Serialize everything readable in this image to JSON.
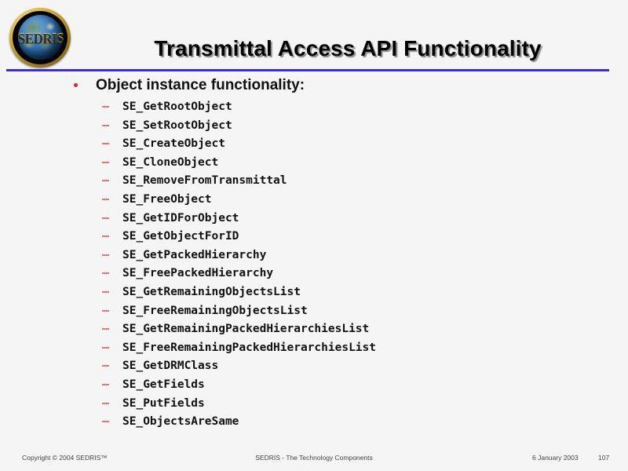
{
  "slide": {
    "background": "#f5f5f5",
    "rule_color": "#3a2fd0",
    "bullet_color": "#ee2222",
    "dash_color": "#f4736b"
  },
  "logo": {
    "wordmark": "SEDRIS",
    "alt": "SEDRIS globe logo"
  },
  "header": {
    "title": "Transmittal Access API Functionality"
  },
  "content": {
    "heading": "Object instance functionality:",
    "functions": [
      "SE_GetRootObject",
      "SE_SetRootObject",
      "SE_CreateObject",
      "SE_CloneObject",
      "SE_RemoveFromTransmittal",
      "SE_FreeObject",
      "SE_GetIDForObject",
      "SE_GetObjectForID",
      "SE_GetPackedHierarchy",
      "SE_FreePackedHierarchy",
      "SE_GetRemainingObjectsList",
      "SE_FreeRemainingObjectsList",
      "SE_GetRemainingPackedHierarchiesList",
      "SE_FreeRemainingPackedHierarchiesList",
      "SE_GetDRMClass",
      "SE_GetFields",
      "SE_PutFields",
      "SE_ObjectsAreSame"
    ]
  },
  "footer": {
    "copyright": "Copyright © 2004 SEDRIS™",
    "center": "SEDRIS - The Technology Components",
    "date": "6 January 2003",
    "page_number": "107"
  }
}
